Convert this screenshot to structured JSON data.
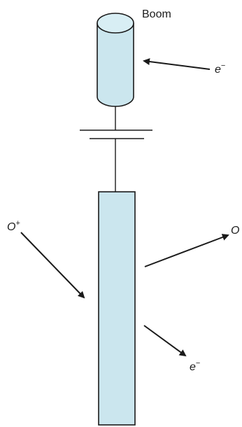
{
  "labels": {
    "boom": "Boom",
    "electron_incoming": "e",
    "electron_incoming_sign": "−",
    "ion_incoming": "O",
    "ion_incoming_sign": "+",
    "neutral_outgoing": "O",
    "electron_outgoing": "e",
    "electron_outgoing_sign": "−"
  },
  "colors": {
    "body_fill": "#cbe6ee",
    "stroke": "#1a1a1a",
    "cylinder_top": "#d8eef4"
  }
}
